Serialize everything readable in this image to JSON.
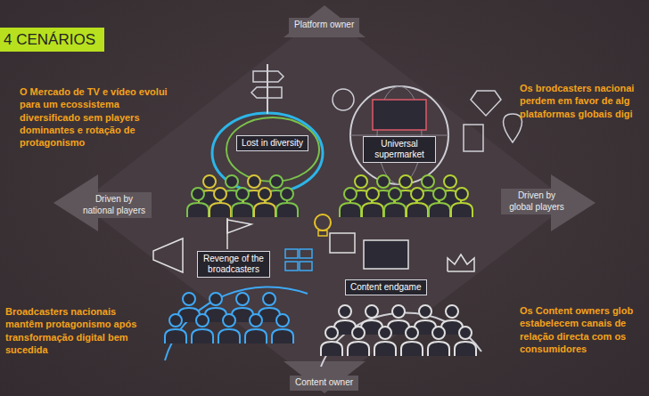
{
  "diagram": {
    "title": "4 CENÁRIOS",
    "nodes": [
      {
        "text": [
          "Platform owner"
        ]
      },
      {
        "text": [
          "Lost in diversity"
        ]
      },
      {
        "text": [
          "Universal supermarket"
        ]
      },
      {
        "text": [
          "Driven by national players"
        ]
      },
      {
        "text": [
          "Driven by global players"
        ]
      },
      {
        "text": [
          "Revenge of the broadcasters"
        ]
      },
      {
        "text": [
          "Content endgame"
        ]
      },
      {
        "text": [
          "Content owner"
        ]
      }
    ],
    "labels": [
      "O Mercado de TV e vídeo evolui para um ecossistema diversificado sem players dominantes e rotação de protagonismo",
      "Os brodcasters nacionai perdem em favor de alg plataformas globais digi",
      "Broadcasters nacionais mantêm protagonismo após transformação digital bem sucedida",
      "Os Content owners glob estabelecem canais de relação directa com os consumidores"
    ]
  }
}
